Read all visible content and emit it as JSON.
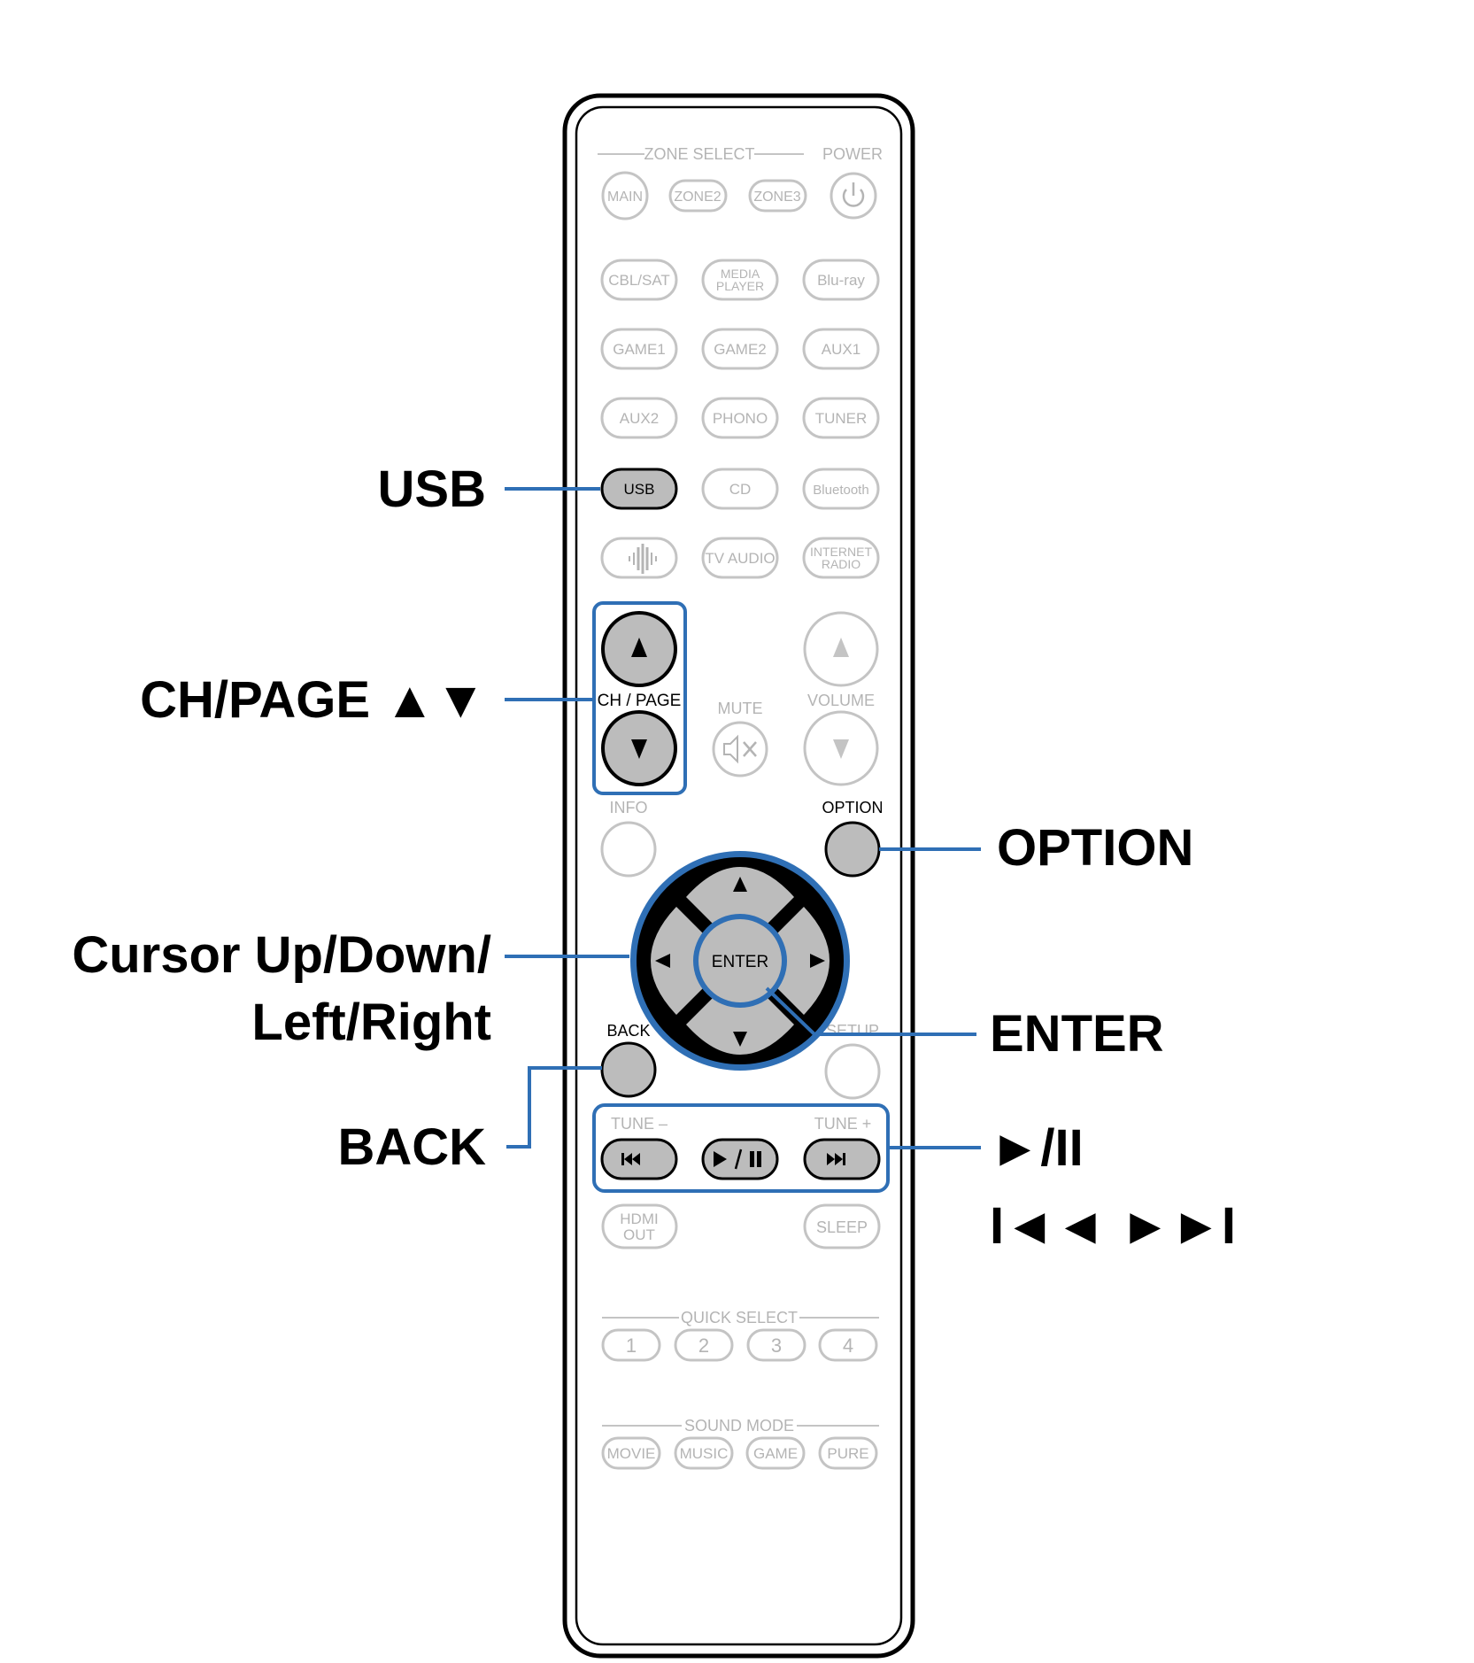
{
  "remote": {
    "zone_select_label": "ZONE SELECT",
    "power_label": "POWER",
    "zone_buttons": [
      "MAIN",
      "ZONE2",
      "ZONE3"
    ],
    "power_icon": "power-icon",
    "source_rows": [
      [
        "CBL/SAT",
        "MEDIA\nPLAYER",
        "Blu-ray"
      ],
      [
        "GAME1",
        "GAME2",
        "AUX1"
      ],
      [
        "AUX2",
        "PHONO",
        "TUNER"
      ],
      [
        "USB",
        "CD",
        "Bluetooth"
      ],
      [
        "",
        "TV AUDIO",
        "INTERNET\nRADIO"
      ]
    ],
    "heos_icon": "heos-icon",
    "ch_page_label": "CH / PAGE",
    "mute_label": "MUTE",
    "volume_label": "VOLUME",
    "info_label": "INFO",
    "option_label": "OPTION",
    "enter_label": "ENTER",
    "back_label": "BACK",
    "setup_label": "SETUP",
    "tune_minus_label": "TUNE –",
    "tune_plus_label": "TUNE +",
    "hdmi_out_label": "HDMI\nOUT",
    "sleep_label": "SLEEP",
    "quick_select_label": "QUICK SELECT",
    "quick_select_buttons": [
      "1",
      "2",
      "3",
      "4"
    ],
    "sound_mode_label": "SOUND MODE",
    "sound_mode_buttons": [
      "MOVIE",
      "MUSIC",
      "GAME",
      "PURE"
    ]
  },
  "callouts": {
    "usb": "USB",
    "ch_page": "CH/PAGE ▲▼",
    "cursor_line1": "Cursor Up/Down/",
    "cursor_line2": "Left/Right",
    "back": "BACK",
    "option": "OPTION",
    "enter": "ENTER",
    "play_pause": "►/II",
    "skip": "I◄◄  ►►I"
  },
  "colors": {
    "callout_line": "#2f6fb5",
    "highlight_fill": "#bcbcbc",
    "dim_stroke": "#c4c4c4",
    "dim_text": "#b4b4b4"
  }
}
